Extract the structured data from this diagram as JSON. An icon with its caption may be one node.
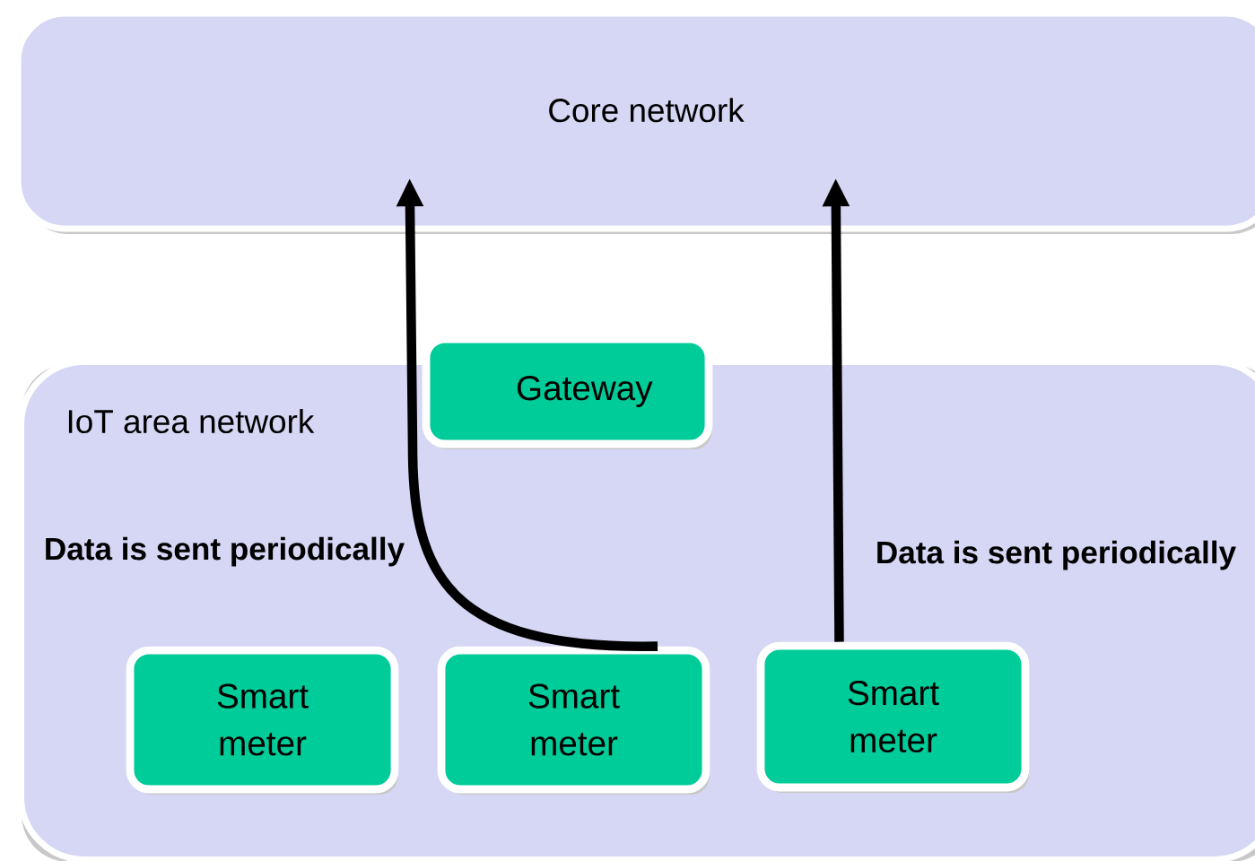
{
  "diagram": {
    "nodes": [
      {
        "text": [
          "Core network"
        ]
      },
      {
        "text": [
          "IoT area network"
        ]
      },
      {
        "text": [
          "Gateway"
        ]
      },
      {
        "text": [
          "Smart meter"
        ],
        "in": 1
      },
      {
        "text": [
          "Smart meter"
        ],
        "in": 1
      },
      {
        "text": [
          "Smart meter"
        ],
        "in": 1
      }
    ],
    "edges": [
      {
        "from": 4,
        "to": 0,
        "arrow": "to",
        "label": "Data is sent periodically"
      },
      {
        "from": 5,
        "to": 0,
        "arrow": "to",
        "label": "Data is sent periodically"
      }
    ]
  }
}
